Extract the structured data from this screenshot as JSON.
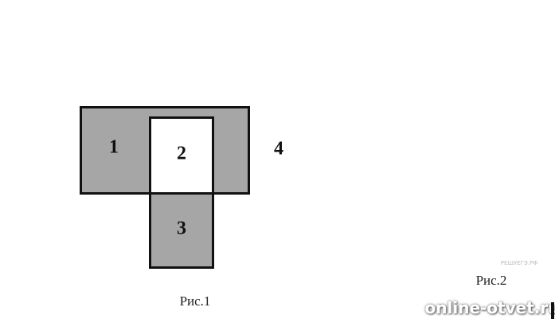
{
  "figure1": {
    "labels": {
      "region1": "1",
      "region2": "2",
      "region3": "3",
      "region4": "4"
    },
    "caption": "Рис.1",
    "colors": {
      "shaded": "#a6a6a6",
      "unshaded": "#ffffff",
      "border": "#111111"
    }
  },
  "figure2": {
    "caption": "Рис.2"
  },
  "watermarks": {
    "main": "online-otvet.ru",
    "small": "РЕШУЕГЭ.РФ"
  }
}
